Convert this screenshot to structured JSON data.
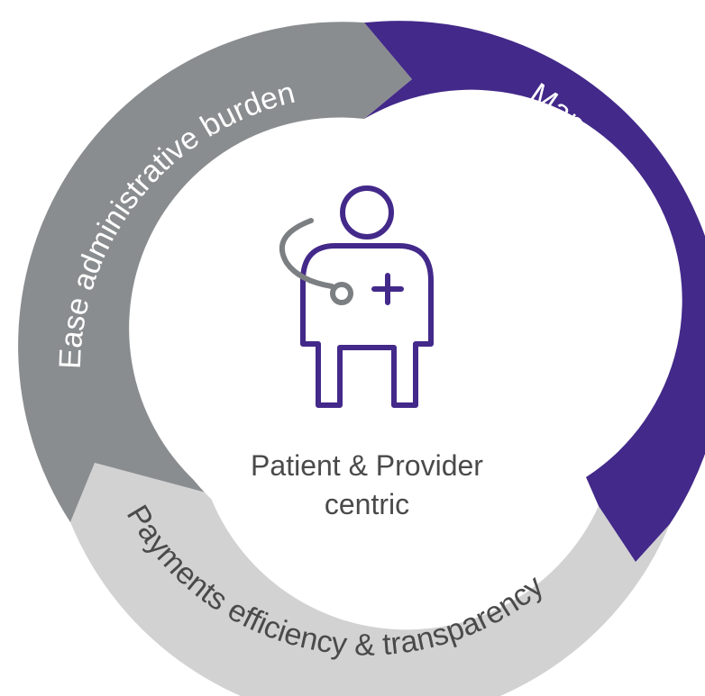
{
  "segments": {
    "top_left": {
      "label": "Ease administrative burden",
      "color": "#8a8d8f"
    },
    "right": {
      "label": "Manage cash flow",
      "color": "#43298a"
    },
    "bottom": {
      "label": "Payments efficiency & transparency",
      "color": "#d2d2d3"
    }
  },
  "center": {
    "line1": "Patient & Provider",
    "line2": "centric",
    "text_color": "#4a4a4a"
  },
  "icon": {
    "name": "doctor-with-stethoscope-icon",
    "body_color": "#43298a",
    "stethoscope_color": "#7c7f82"
  },
  "label_color": "#ffffff",
  "bottom_label_color": "#4a4a4a"
}
